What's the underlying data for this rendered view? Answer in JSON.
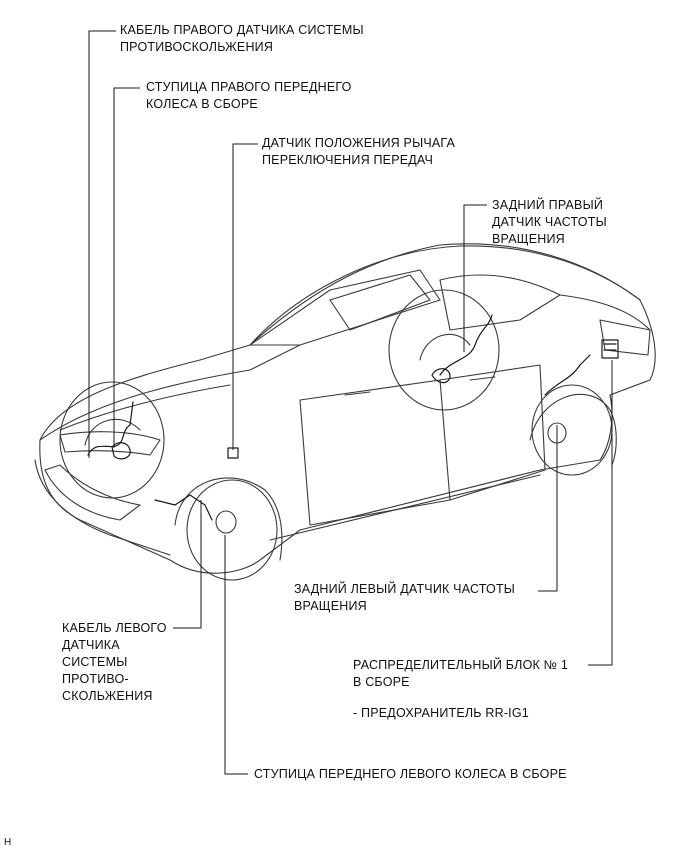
{
  "labels": {
    "front_right_abs_cable": "КАБЕЛЬ ПРАВОГО ДАТЧИКА СИСТЕМЫ\nПРОТИВОСКОЛЬЖЕНИЯ",
    "front_right_hub": "СТУПИЦА ПРАВОГО ПЕРЕДНЕГО\nКОЛЕСА В СБОРЕ",
    "shift_lever_sensor": "ДАТЧИК ПОЛОЖЕНИЯ РЫЧАГА\nПЕРЕКЛЮЧЕНИЯ ПЕРЕДАЧ",
    "rear_right_speed_sensor": "ЗАДНИЙ ПРАВЫЙ\nДАТЧИК ЧАСТОТЫ\nВРАЩЕНИЯ",
    "rear_left_speed_sensor": "ЗАДНИЙ ЛЕВЫЙ ДАТЧИК ЧАСТОТЫ\nВРАЩЕНИЯ",
    "front_left_abs_cable": "КАБЕЛЬ ЛЕВОГО\nДАТЧИКА\nСИСТЕМЫ\nПРОТИВО-\nСКОЛЬЖЕНИЯ",
    "junction_block": "РАСПРЕДЕЛИТЕЛЬНЫЙ БЛОК № 1\nВ СБОРЕ",
    "fuse": "- ПРЕДОХРАНИТЕЛЬ RR-IG1",
    "front_left_hub": "СТУПИЦА ПЕРЕДНЕГО ЛЕВОГО КОЛЕСА В СБОРЕ",
    "corner_mark": "H"
  },
  "colors": {
    "line": "#1a1a1a",
    "car_outline": "#3a3a3a",
    "background": "#ffffff"
  }
}
